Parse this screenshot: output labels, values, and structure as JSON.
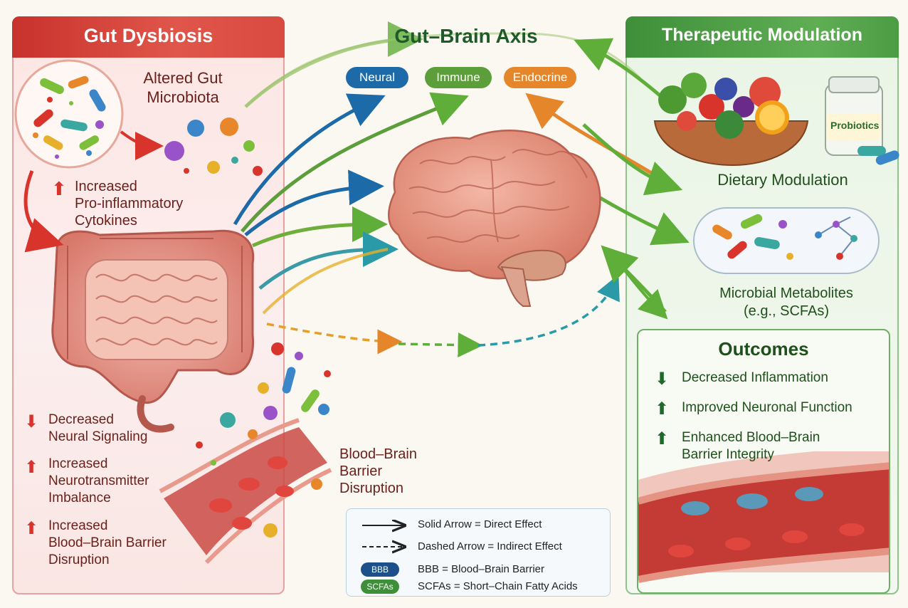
{
  "title": "Gut–Brain Axis",
  "pathways": [
    {
      "label": "Neural",
      "color": "#1d6aa8"
    },
    {
      "label": "Immune",
      "color": "#5c9e3a"
    },
    {
      "label": "Endocrine",
      "color": "#e6862a"
    }
  ],
  "left": {
    "header": "Gut Dysbiosis",
    "microbiota": "Altered Gut\nMicrobiota",
    "cytokines": "Increased\nPro-inflammatory\nCytokines",
    "effects": [
      {
        "text": "Decreased\nNeural Signaling",
        "dir": "down"
      },
      {
        "text": "Increased\nNeurotransmitter\nImbalance",
        "dir": "up"
      },
      {
        "text": "Increased\nBlood–Brain Barrier\nDisruption",
        "dir": "up"
      }
    ],
    "bbb_label": "Blood–Brain\nBarrier\nDisruption"
  },
  "right": {
    "header": "Therapeutic Modulation",
    "probiotics_label": "Probiotics",
    "dietary": "Dietary Modulation",
    "metabolites": "Microbial Metabolites\n(e.g., SCFAs)",
    "outcomes_title": "Outcomes",
    "outcomes": [
      {
        "text": "Decreased Inflammation",
        "dir": "down"
      },
      {
        "text": "Improved Neuronal Function",
        "dir": "up"
      },
      {
        "text": "Enhanced Blood–Brain\nBarrier Integrity",
        "dir": "up"
      }
    ]
  },
  "legend": {
    "solid": "Solid Arrow  =  Direct Effect",
    "dashed": "Dashed Arrow  =  Indirect Effect",
    "bbb_badge": "BBB",
    "bbb": "BBB  =  Blood–Brain Barrier",
    "scfa_badge": "SCFAs",
    "scfa": "SCFAs  =  Short–Chain Fatty Acids"
  },
  "colors": {
    "red": "#c8322c",
    "green": "#3f8f3a",
    "blue": "#1d6aa8",
    "orange": "#e6862a"
  }
}
